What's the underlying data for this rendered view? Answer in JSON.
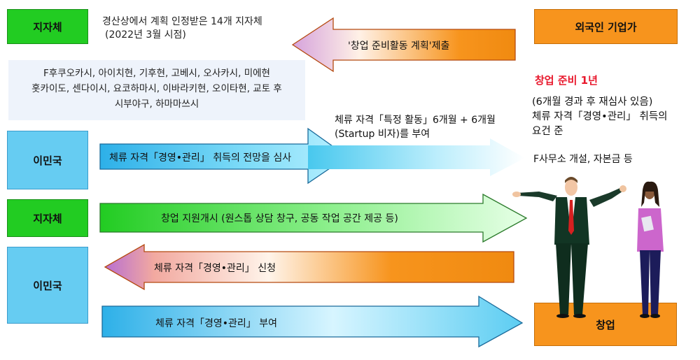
{
  "left": {
    "box1": "지자체",
    "box2": "이민국",
    "box3": "지자체",
    "box4": "이민국"
  },
  "note": {
    "line1": "경산상에서 계획 인정받은 14개 지자체",
    "line2": "(2022년 3월 시점)"
  },
  "cities": {
    "line1": "F후쿠오카시, 아이치현, 기후현, 고베시, 오사카시, 미에현",
    "line2": "홋카이도, 센다이시, 요코하마시, 이바라키현, 오이타현, 교토 후",
    "line3": "시부야구, 하마마쓰시"
  },
  "arrows": {
    "a1": "'창업 준비활동 계획'제출",
    "a2": "체류 자격「경영•관리」 취득의 전망을 심사",
    "a3_line1": "체류 자격「특정 활동」6개월 + 6개월",
    "a3_line2": "(Startup 비자)를 부여",
    "a4": "창업 지원개시 (원스톱 상담 창구, 공동 작업 공간 제공 등)",
    "a5": "체류 자격「경영•관리」 신청",
    "a6": "체류 자격「경영•관리」 부여"
  },
  "right": {
    "top_box": "외국인 기업가",
    "prep": "창업 준비 1년",
    "review": "(6개월 경과 후 재심사 있음)",
    "req_line1": "체류 자격「경영•관리」 취득의",
    "req_line2": "요건 준",
    "office": "F사무소 개설, 자본금 등",
    "bottom_box": "창업"
  },
  "colors": {
    "green": "#22cc22",
    "blue": "#66ccf2",
    "orange": "#f7941d",
    "prep_red": "#e8182c"
  }
}
